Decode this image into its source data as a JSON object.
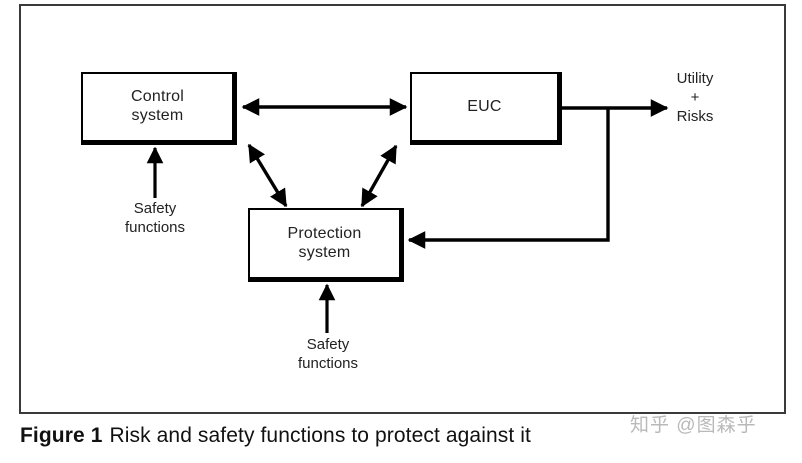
{
  "figure": {
    "caption_label": "Figure 1",
    "caption_text": "Risk and safety functions to protect against it",
    "watermark": "知乎 @图森乎",
    "frame_color": "#3a3a3a",
    "line_color": "#000000",
    "background": "#ffffff"
  },
  "nodes": [
    {
      "id": "control",
      "label": "Control\nsystem"
    },
    {
      "id": "euc",
      "label": "EUC"
    },
    {
      "id": "protection",
      "label": "Protection\nsystem"
    }
  ],
  "annotations": [
    {
      "id": "safety-left",
      "text": "Safety\nfunctions"
    },
    {
      "id": "safety-bottom",
      "text": "Safety\nfunctions"
    },
    {
      "id": "output",
      "text": "Utility\n+\nRisks"
    }
  ],
  "connectors": [
    {
      "id": "control-euc",
      "from": "control",
      "to": "euc",
      "kind": "double-arrow",
      "orientation": "horizontal"
    },
    {
      "id": "control-protection",
      "from": "control",
      "to": "protection",
      "kind": "double-arrow",
      "orientation": "diagonal"
    },
    {
      "id": "euc-protection",
      "from": "euc",
      "to": "protection",
      "kind": "double-arrow",
      "orientation": "diagonal"
    },
    {
      "id": "euc-output",
      "from": "euc",
      "to": "output",
      "kind": "single-arrow",
      "orientation": "horizontal"
    },
    {
      "id": "euc-feedback",
      "from": "euc",
      "to": "protection",
      "kind": "single-arrow",
      "orientation": "elbow"
    },
    {
      "id": "safety-into-control",
      "from": "safety-left",
      "to": "control",
      "kind": "single-arrow",
      "orientation": "vertical"
    },
    {
      "id": "safety-into-protection",
      "from": "safety-bottom",
      "to": "protection",
      "kind": "single-arrow",
      "orientation": "vertical"
    }
  ]
}
